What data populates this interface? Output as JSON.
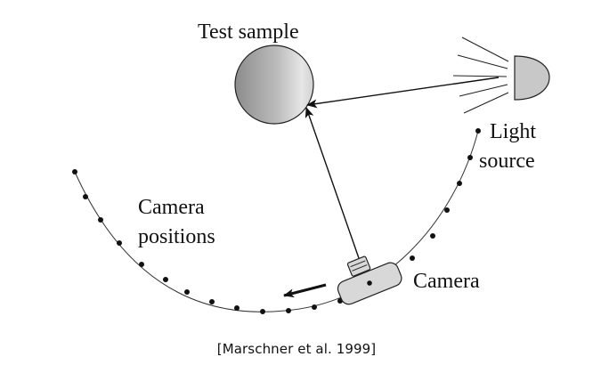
{
  "labels": {
    "test_sample": "Test sample",
    "light_source_line1": "Light",
    "light_source_line2": "source",
    "camera_positions_line1": "Camera",
    "camera_positions_line2": "positions",
    "camera": "Camera"
  },
  "citation": "[Marschner et al. 1999]",
  "colors": {
    "ink": "#111111",
    "sample_shadow": "#8a8a8a",
    "sample_light": "#e2e2e2",
    "light_source_fill": "#c8c8c8",
    "camera_fill": "#d8d8d8"
  }
}
